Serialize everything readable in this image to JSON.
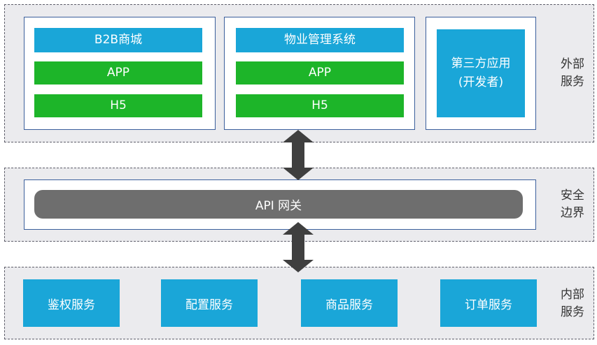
{
  "external": {
    "label": "外部\n服务",
    "columns": [
      {
        "title": "B2B商城",
        "items": [
          "APP",
          "H5"
        ]
      },
      {
        "title": "物业管理系统",
        "items": [
          "APP",
          "H5"
        ]
      }
    ],
    "third_party": "第三方应用\n(开发者)"
  },
  "security": {
    "label": "安全\n边界",
    "gateway": "API 网关"
  },
  "internal": {
    "label": "内部\n服务",
    "services": [
      "鉴权服务",
      "配置服务",
      "商品服务",
      "订单服务"
    ]
  },
  "colors": {
    "band_fill": "#ebebee",
    "panel_border": "#3b5f9c",
    "blue": "#1aa6d8",
    "green": "#1db529",
    "gateway": "#6e6e6e",
    "arrow": "#3f3f3f"
  }
}
